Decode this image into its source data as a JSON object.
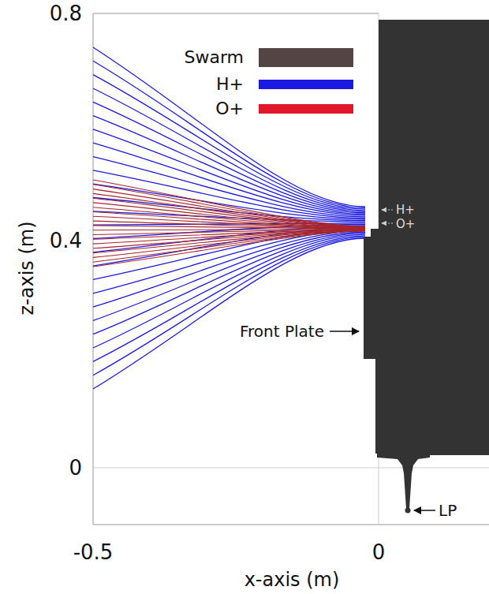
{
  "diagram": {
    "labels": [
      "0.8",
      "0.4",
      "0",
      "-0.5",
      "0",
      "z-axis (m)",
      "x-axis (m)",
      "H+",
      "O+",
      "Front Plate",
      "LP"
    ],
    "legend": [
      {
        "text": "Swarm",
        "color": "#544444"
      },
      {
        "text": "H+",
        "color": "#1a1ae0"
      },
      {
        "text": "O+",
        "color": "#e2162b"
      }
    ]
  }
}
